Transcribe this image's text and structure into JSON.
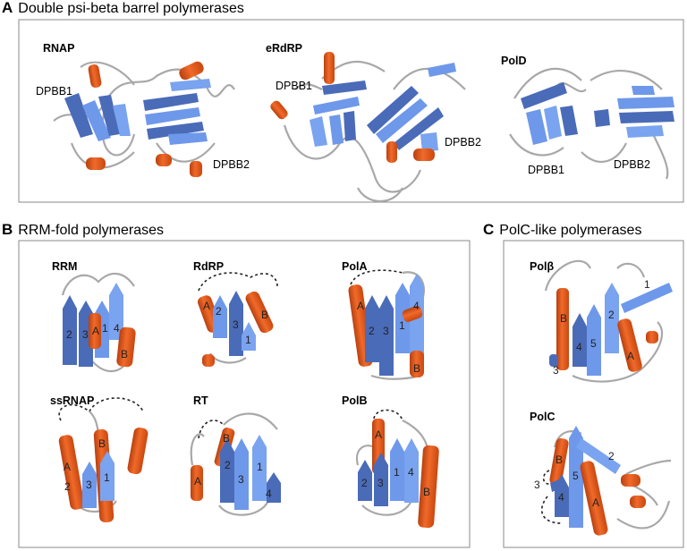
{
  "panels": [
    {
      "letter": "A",
      "title": "Double psi-beta barrel polymerases",
      "structures": [
        {
          "name": "RNAP",
          "labels": [
            "DPBB1",
            "DPBB2"
          ]
        },
        {
          "name": "eRdRP",
          "labels": [
            "DPBB1",
            "DPBB2"
          ]
        },
        {
          "name": "PolD",
          "labels": [
            "DPBB1",
            "DPBB2"
          ]
        }
      ]
    },
    {
      "letter": "B",
      "title": "RRM-fold polymerases",
      "structures": [
        {
          "name": "RRM",
          "labels": [
            "2",
            "3",
            "A",
            "1",
            "4",
            "B"
          ]
        },
        {
          "name": "RdRP",
          "labels": [
            "A",
            "2",
            "3",
            "1",
            "B"
          ]
        },
        {
          "name": "PolA",
          "labels": [
            "A",
            "2",
            "3",
            "1",
            "4",
            "B"
          ]
        },
        {
          "name": "ssRNAP",
          "labels": [
            "A",
            "B",
            "2",
            "3",
            "1"
          ]
        },
        {
          "name": "RT",
          "labels": [
            "B",
            "A",
            "2",
            "3",
            "1",
            "4"
          ]
        },
        {
          "name": "PolB",
          "labels": [
            "A",
            "2",
            "3",
            "1",
            "4",
            "B"
          ]
        }
      ]
    },
    {
      "letter": "C",
      "title": "PolC-like polymerases",
      "structures": [
        {
          "name": "Polβ",
          "labels": [
            "B",
            "2",
            "1",
            "4",
            "5",
            "A",
            "3"
          ]
        },
        {
          "name": "PolC",
          "labels": [
            "B",
            "2",
            "3",
            "4",
            "5",
            "A"
          ]
        }
      ]
    }
  ],
  "colors": {
    "strand_light": "#6e98ea",
    "strand_dark": "#4a6bb8",
    "helix": "#ea5a1f",
    "helix_dark": "#b8400f",
    "loop": "#a8a8a8",
    "frame": "#8a8a8a"
  }
}
